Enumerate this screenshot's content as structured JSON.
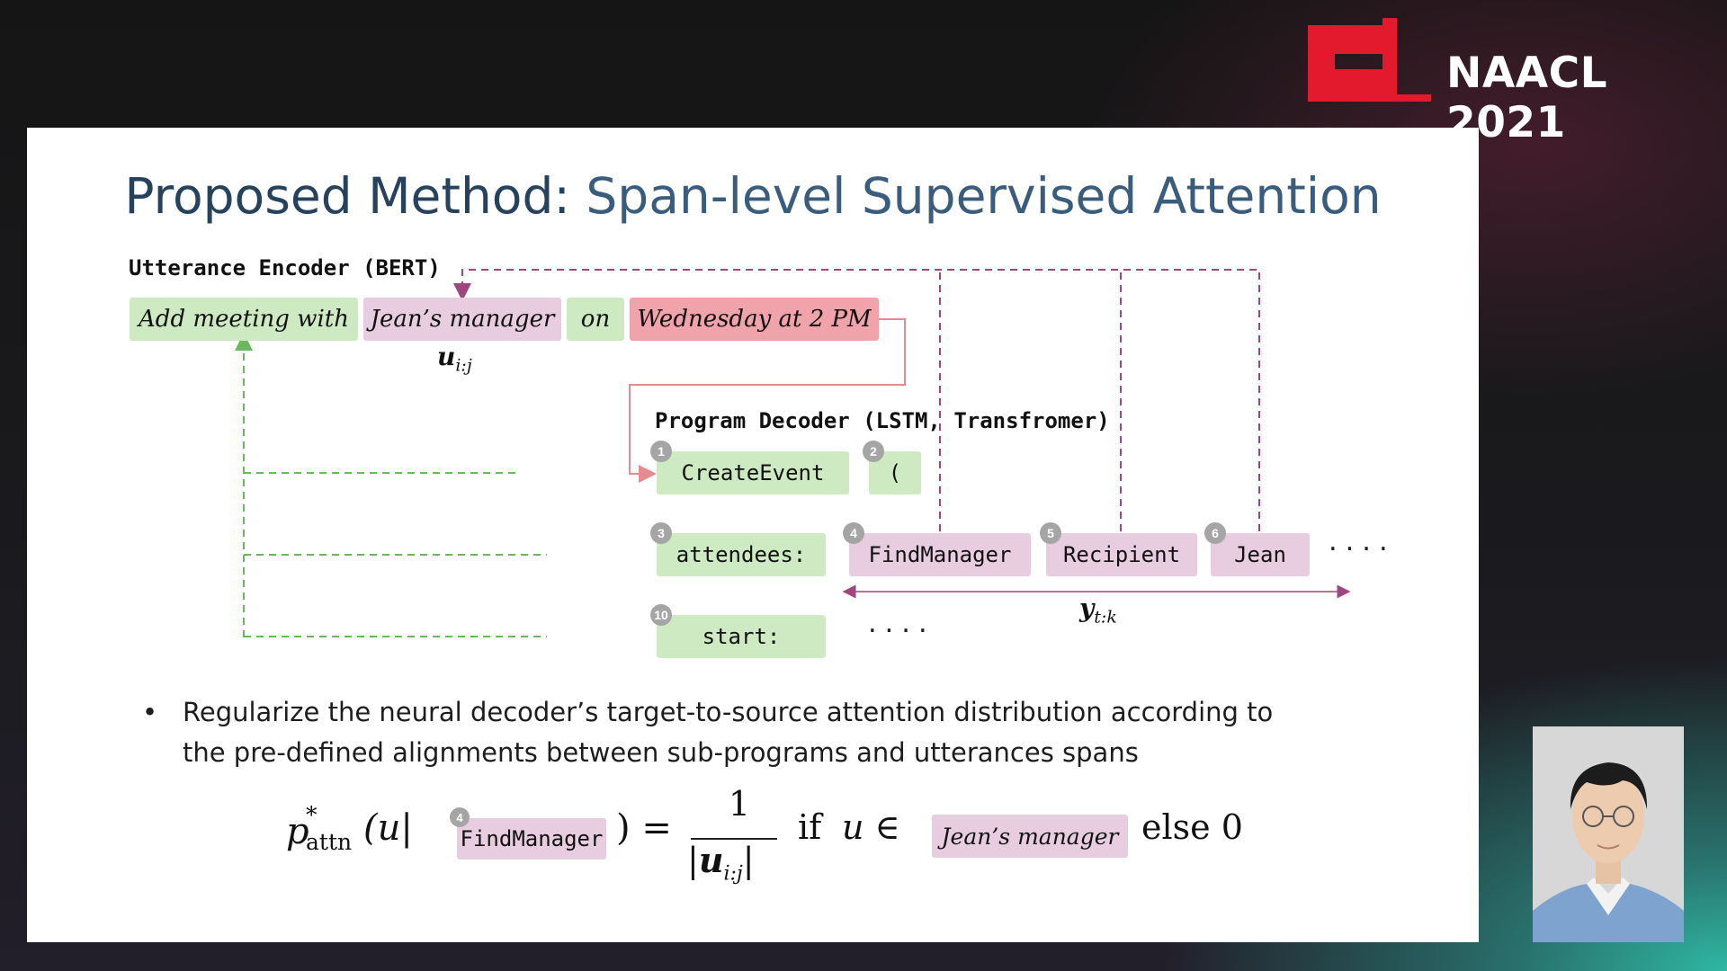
{
  "conference": {
    "name": "NAACL 2021",
    "logo_icon": "naacl-logo-icon",
    "logo_color": "#e3192d"
  },
  "slide": {
    "title_emphasis": "Proposed Method:",
    "title_rest": " Span-level Supervised Attention"
  },
  "diagram": {
    "encoder_label": "Utterance Encoder (BERT)",
    "decoder_label": "Program Decoder (LSTM, Transfromer)",
    "utterance_spans": [
      {
        "text": "Add meeting with",
        "color": "#cdeac2"
      },
      {
        "text": "Jean’s manager",
        "color": "#e8cde0"
      },
      {
        "text": "on",
        "color": "#cdeac2"
      },
      {
        "text": "Wednesday at 2 PM",
        "color": "#f0a3aa"
      }
    ],
    "span_var_symbol": "u",
    "span_var_sub": "i:j",
    "target_var_symbol": "y",
    "target_var_sub": "t:k",
    "program_tokens": [
      {
        "badge": "1",
        "text": "CreateEvent"
      },
      {
        "badge": "2",
        "text": "("
      },
      {
        "badge": "3",
        "text": "attendees:"
      },
      {
        "badge": "4",
        "text": "FindManager"
      },
      {
        "badge": "5",
        "text": "Recipient"
      },
      {
        "badge": "6",
        "text": "Jean"
      },
      {
        "badge": "10",
        "text": "start:"
      }
    ],
    "ellipsis": "····",
    "colors": {
      "green_link": "#6ab85c",
      "pink_link": "#a0457e",
      "red_link": "#e78b93"
    }
  },
  "bullet": {
    "text": "Regularize the neural decoder’s target-to-source attention distribution according to the pre-defined alignments between sub-programs and utterances spans"
  },
  "formula": {
    "p": "p",
    "p_sup": "*",
    "p_sub": "attn",
    "open": "(u|",
    "token_badge": "4",
    "token": "FindManager",
    "close_eq": ") =",
    "numerator": "1",
    "denom_symbol": "u",
    "denom_sub": "i:j",
    "if": "if",
    "u_in": "u ∈",
    "span": "Jean’s manager",
    "else": "else 0"
  }
}
